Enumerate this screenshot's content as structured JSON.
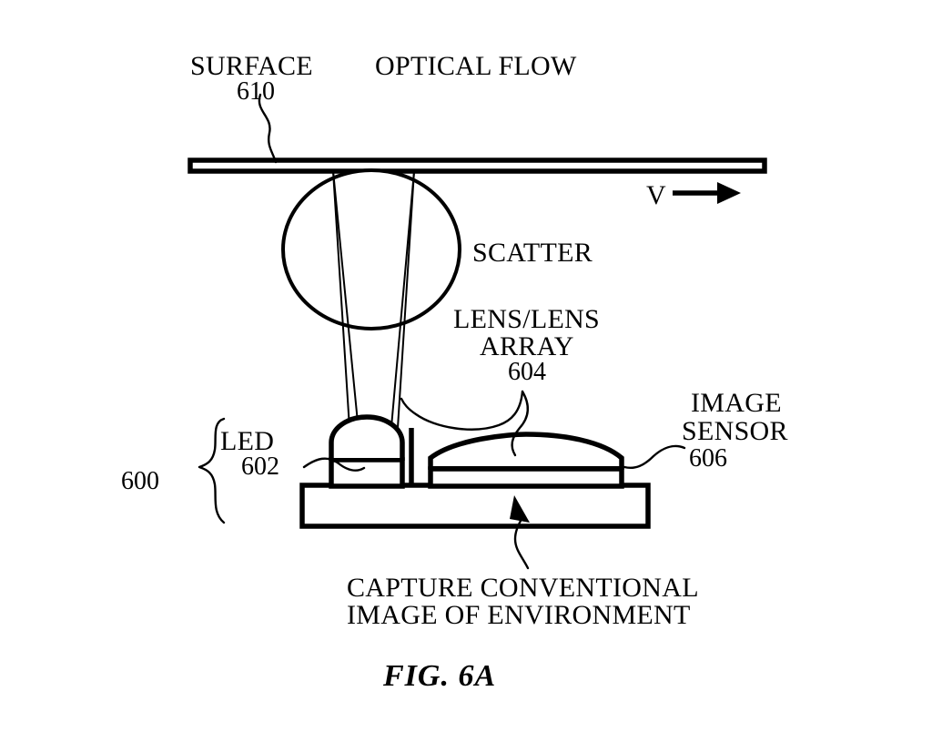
{
  "figure": {
    "label": "FIG. 6A",
    "assembly_number": "600"
  },
  "labels": {
    "surface": {
      "text": "SURFACE",
      "number": "610"
    },
    "optical_flow": {
      "text": "OPTICAL FLOW"
    },
    "velocity": {
      "text": "V"
    },
    "scatter": {
      "text": "SCATTER"
    },
    "lens_array": {
      "line1": "LENS/LENS",
      "line2": "ARRAY",
      "number": "604"
    },
    "led": {
      "text": "LED",
      "number": "602"
    },
    "image_sensor": {
      "line1": "IMAGE",
      "line2": "SENSOR",
      "number": "606"
    },
    "caption": {
      "line1": "CAPTURE CONVENTIONAL",
      "line2": "IMAGE OF ENVIRONMENT"
    }
  },
  "icons": {
    "velocity_arrow": "right-arrow-icon",
    "caption_arrow": "up-arrow-icon",
    "assembly_brace": "curly-brace-icon"
  },
  "colors": {
    "ink": "#000000",
    "background": "#ffffff"
  }
}
